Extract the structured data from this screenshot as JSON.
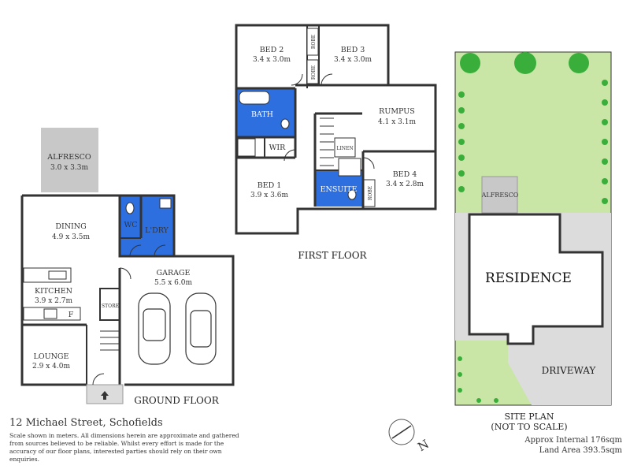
{
  "colors": {
    "wet_area": "#2e6fe0",
    "lawn": "#c9e6a6",
    "paving": "#dcdcdc",
    "alfresco": "#c8c8c8",
    "wall": "#333333"
  },
  "ground_floor": {
    "title": "GROUND FLOOR",
    "alfresco": {
      "name": "ALFRESCO",
      "dim": "3.0 x 3.3m"
    },
    "dining": {
      "name": "DINING",
      "dim": "4.9 x 3.5m"
    },
    "wc": {
      "name": "WC"
    },
    "laundry": {
      "name": "L'DRY"
    },
    "kitchen": {
      "name": "KITCHEN",
      "dim": "3.9 x 2.7m",
      "fridge": "F"
    },
    "store": {
      "name": "STORE"
    },
    "lounge": {
      "name": "LOUNGE",
      "dim": "2.9 x 4.0m"
    },
    "garage": {
      "name": "GARAGE",
      "dim": "5.5 x 6.0m"
    }
  },
  "first_floor": {
    "title": "FIRST FLOOR",
    "bed2": {
      "name": "BED 2",
      "dim": "3.4 x 3.0m"
    },
    "bed3": {
      "name": "BED 3",
      "dim": "3.4 x 3.0m"
    },
    "robe": "ROBE",
    "bath": {
      "name": "BATH"
    },
    "wir": {
      "name": "WIR"
    },
    "rumpus": {
      "name": "RUMPUS",
      "dim": "4.1 x 3.1m"
    },
    "linen": {
      "name": "LINEN"
    },
    "bed1": {
      "name": "BED 1",
      "dim": "3.9 x 3.6m"
    },
    "ensuite": {
      "name": "ENSUITE"
    },
    "bed4": {
      "name": "BED 4",
      "dim": "3.4 x 2.8m"
    }
  },
  "site_plan": {
    "title": "SITE PLAN",
    "subtitle": "(NOT TO SCALE)",
    "residence": "RESIDENCE",
    "alfresco": "ALFRESCO",
    "driveway": "DRIVEWAY"
  },
  "footer": {
    "address": "12 Michael Street, Schofields",
    "disclaimer": "Scale shown in meters. All dimensions herein are approximate and gathered from sources believed to be  reliable. Whilst every effort is made for the accuracy of our floor plans, interested parties should rely on their own enquiries.",
    "internal_area": "Approx Internal 176sqm",
    "land_area": "Land Area 393.5sqm",
    "compass_letter": "N"
  }
}
